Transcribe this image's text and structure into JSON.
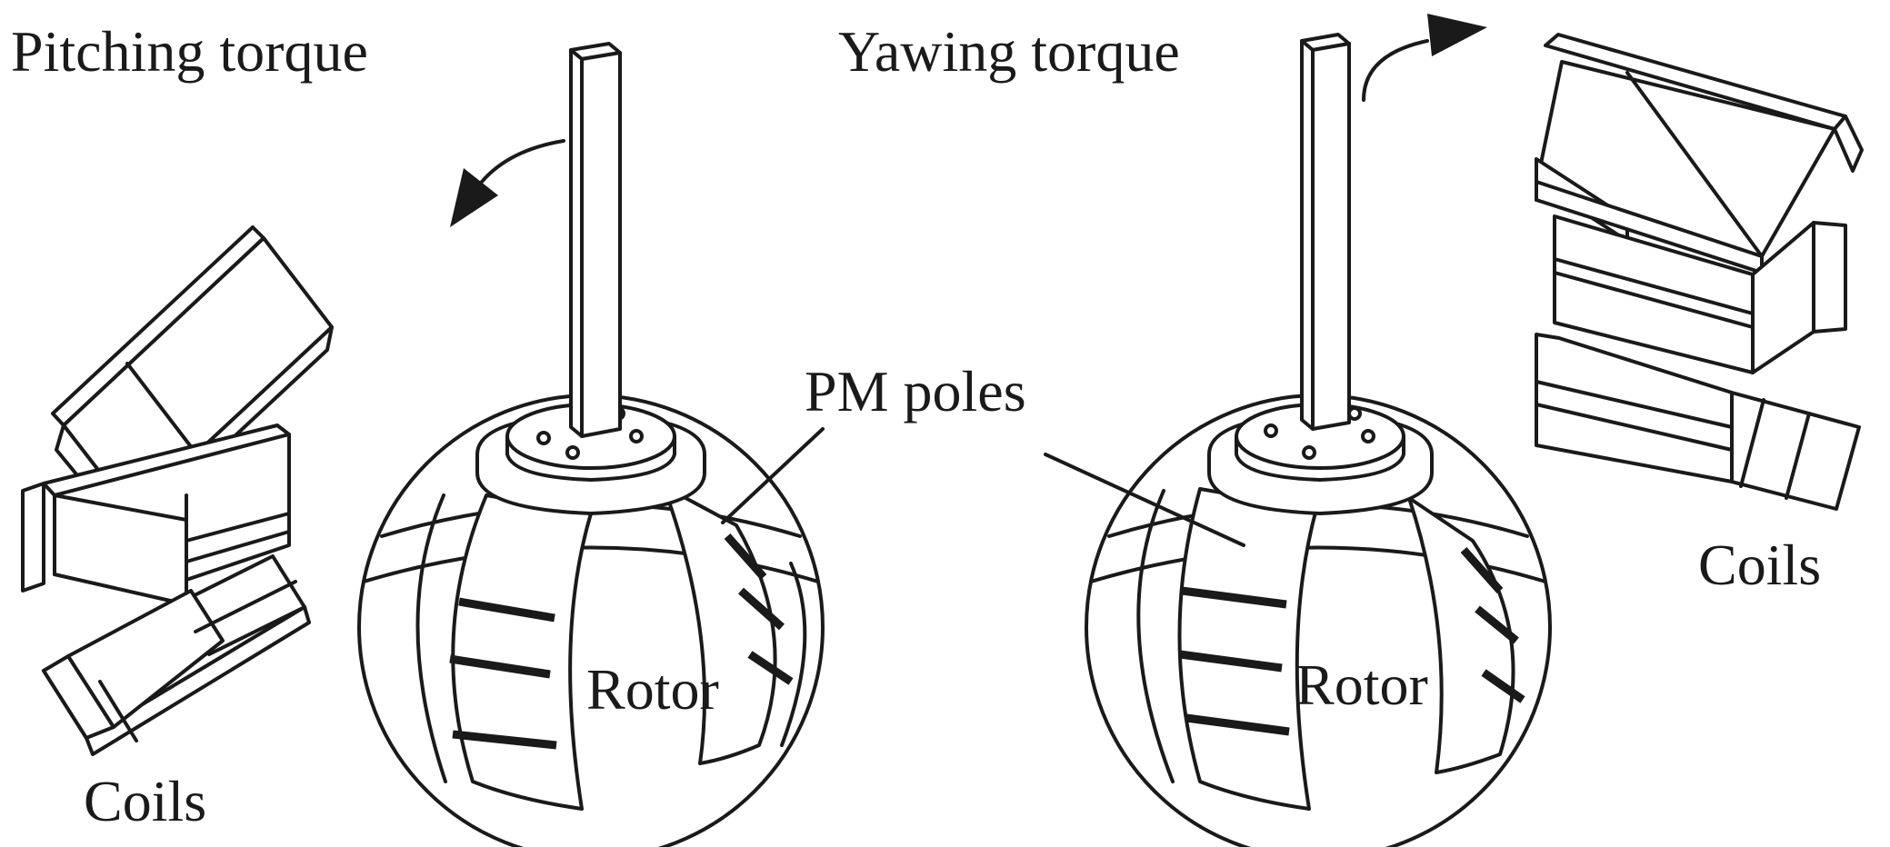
{
  "labels": {
    "pitching_torque": "Pitching torque",
    "yawing_torque": "Yawing torque",
    "pm_poles": "PM poles",
    "rotor_left": "Rotor",
    "rotor_right": "Rotor",
    "coils_left": "Coils",
    "coils_right": "Coils"
  },
  "colors": {
    "ink": "#1a1a1a",
    "background": "#ffffff"
  }
}
